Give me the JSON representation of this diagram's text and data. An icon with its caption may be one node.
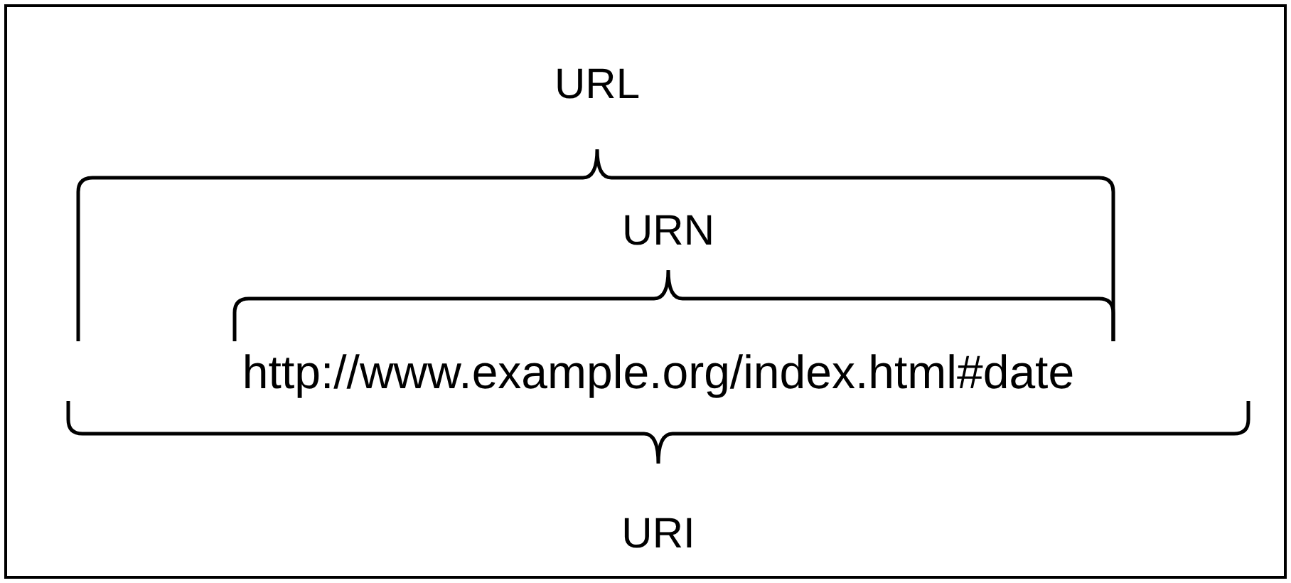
{
  "diagram": {
    "labels": [
      "URL",
      "URN",
      "http://www.example.org/index.html#date",
      "URI"
    ]
  }
}
